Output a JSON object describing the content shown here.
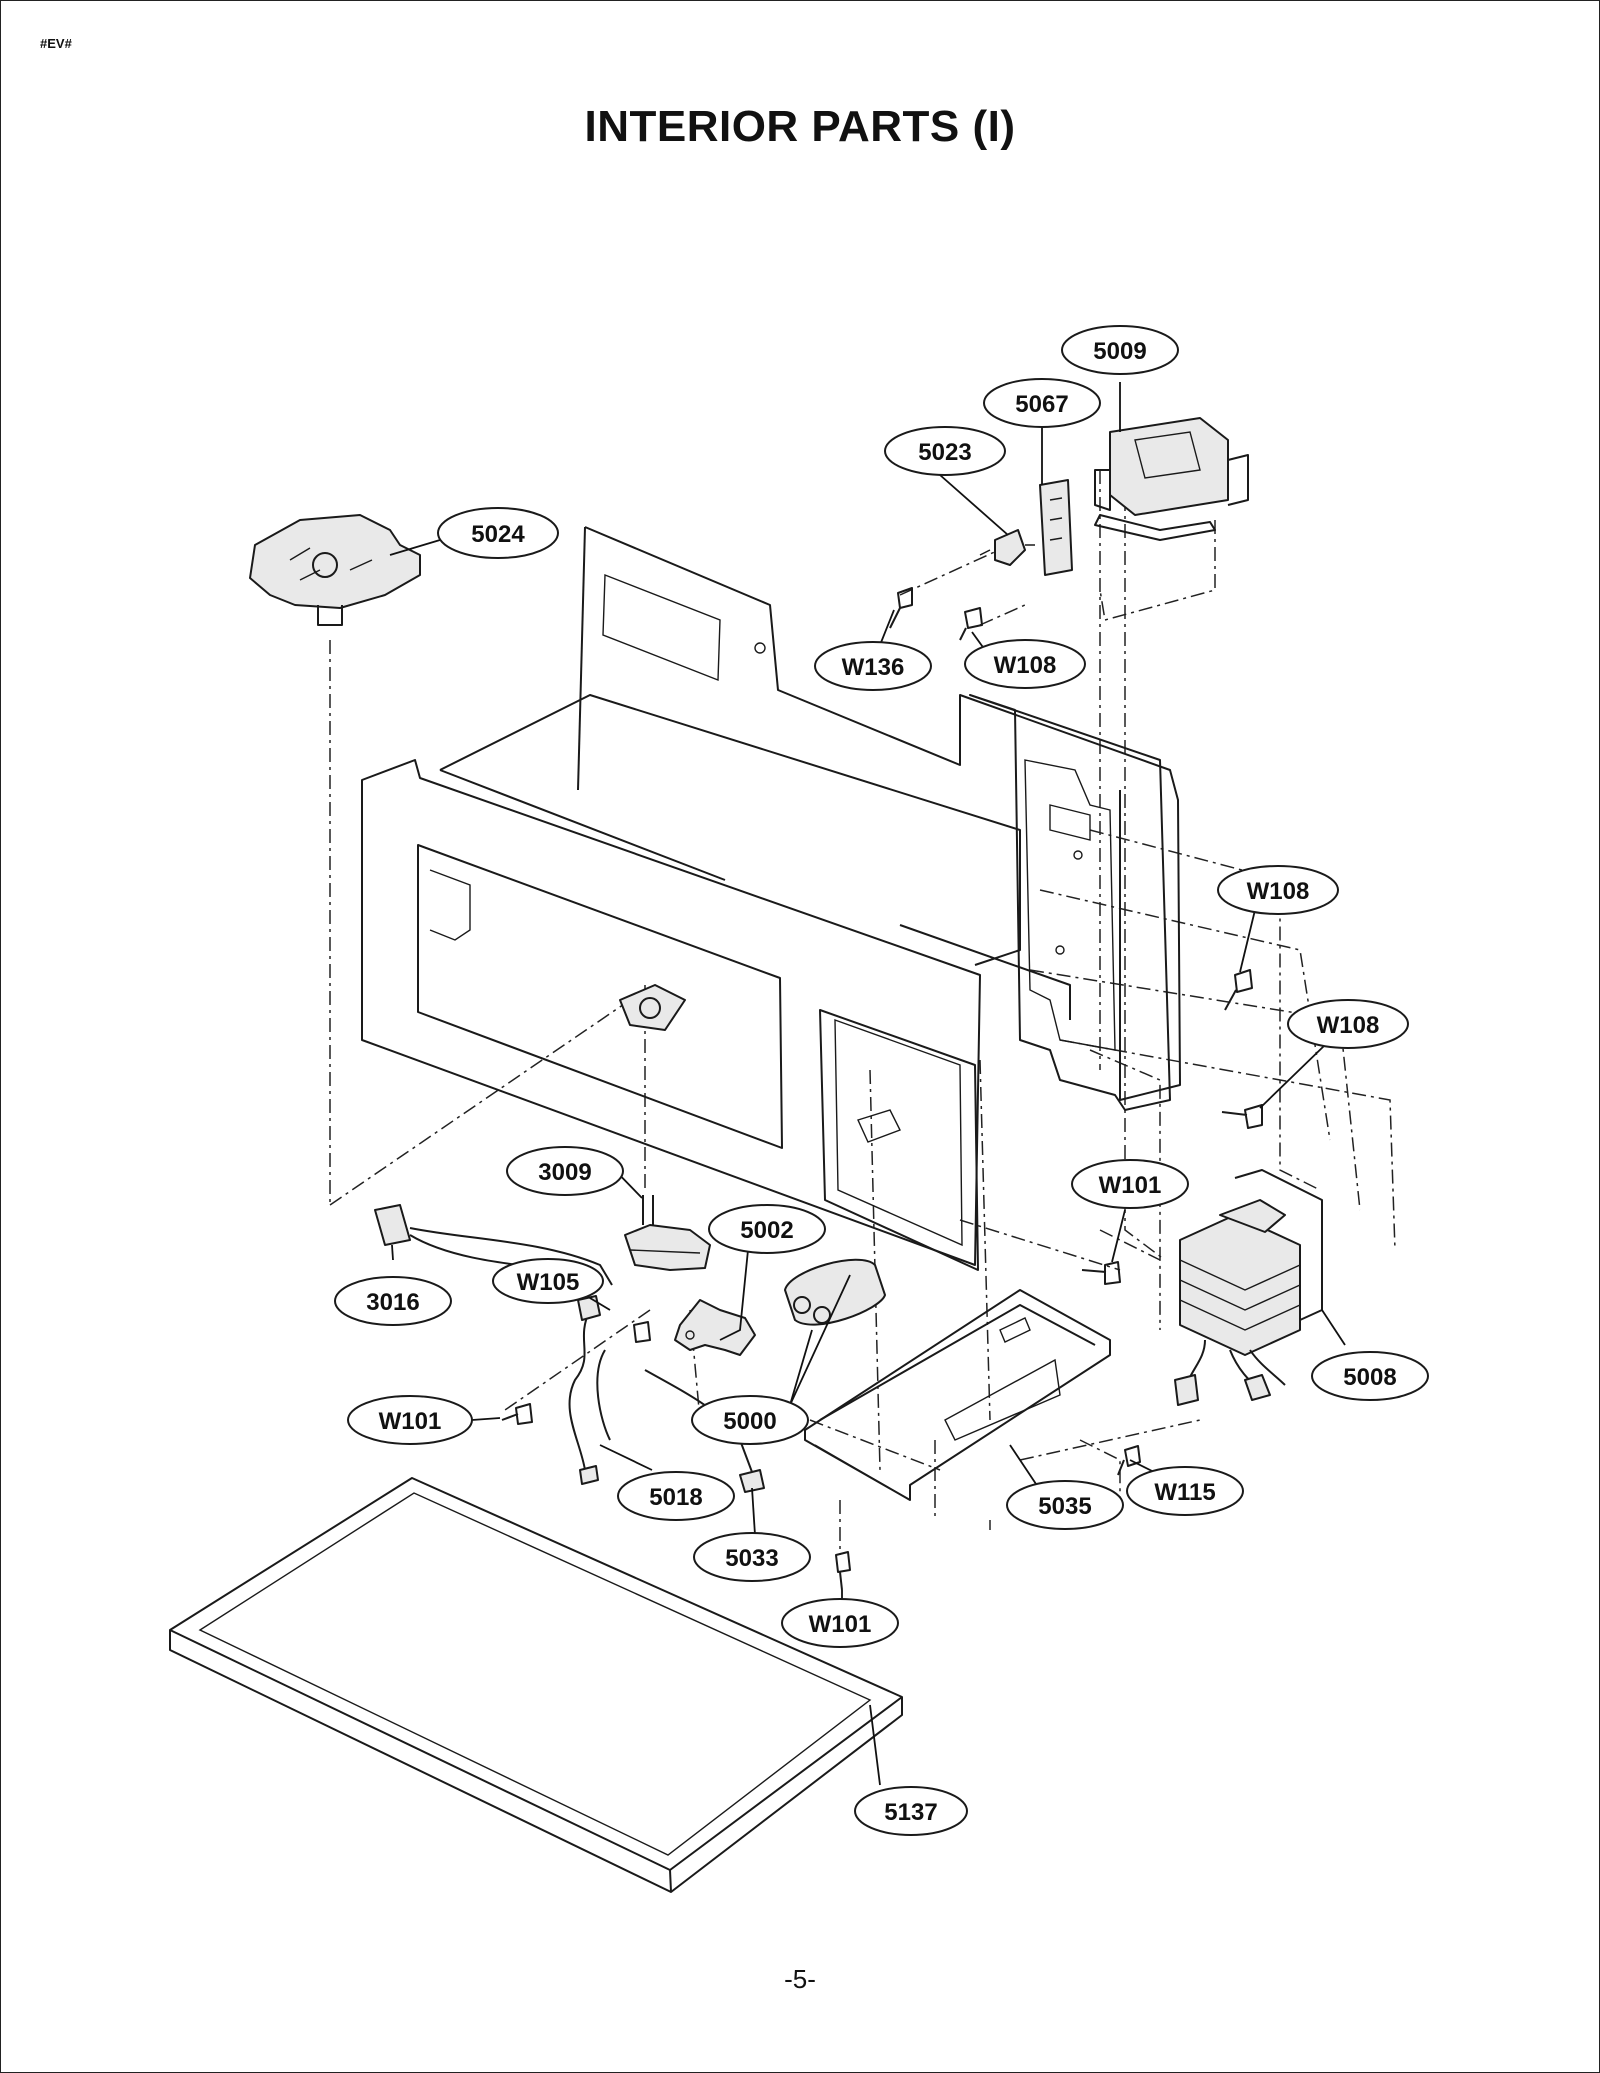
{
  "document": {
    "code": "#EV#",
    "title": "INTERIOR PARTS (I)",
    "page_number": "-5-"
  },
  "callouts": [
    {
      "id": "c5009",
      "label": "5009"
    },
    {
      "id": "c5067",
      "label": "5067"
    },
    {
      "id": "c5023",
      "label": "5023"
    },
    {
      "id": "c5024",
      "label": "5024"
    },
    {
      "id": "cW136",
      "label": "W136"
    },
    {
      "id": "cW108a",
      "label": "W108"
    },
    {
      "id": "cW108b",
      "label": "W108"
    },
    {
      "id": "cW108c",
      "label": "W108"
    },
    {
      "id": "cW101a",
      "label": "W101"
    },
    {
      "id": "c3009",
      "label": "3009"
    },
    {
      "id": "c5002",
      "label": "5002"
    },
    {
      "id": "cW105",
      "label": "W105"
    },
    {
      "id": "c3016",
      "label": "3016"
    },
    {
      "id": "c5008",
      "label": "5008"
    },
    {
      "id": "cW101b",
      "label": "W101"
    },
    {
      "id": "c5000",
      "label": "5000"
    },
    {
      "id": "c5035",
      "label": "5035"
    },
    {
      "id": "cW115",
      "label": "W115"
    },
    {
      "id": "c5018",
      "label": "5018"
    },
    {
      "id": "c5033",
      "label": "5033"
    },
    {
      "id": "cW101c",
      "label": "W101"
    },
    {
      "id": "c5137",
      "label": "5137"
    }
  ]
}
